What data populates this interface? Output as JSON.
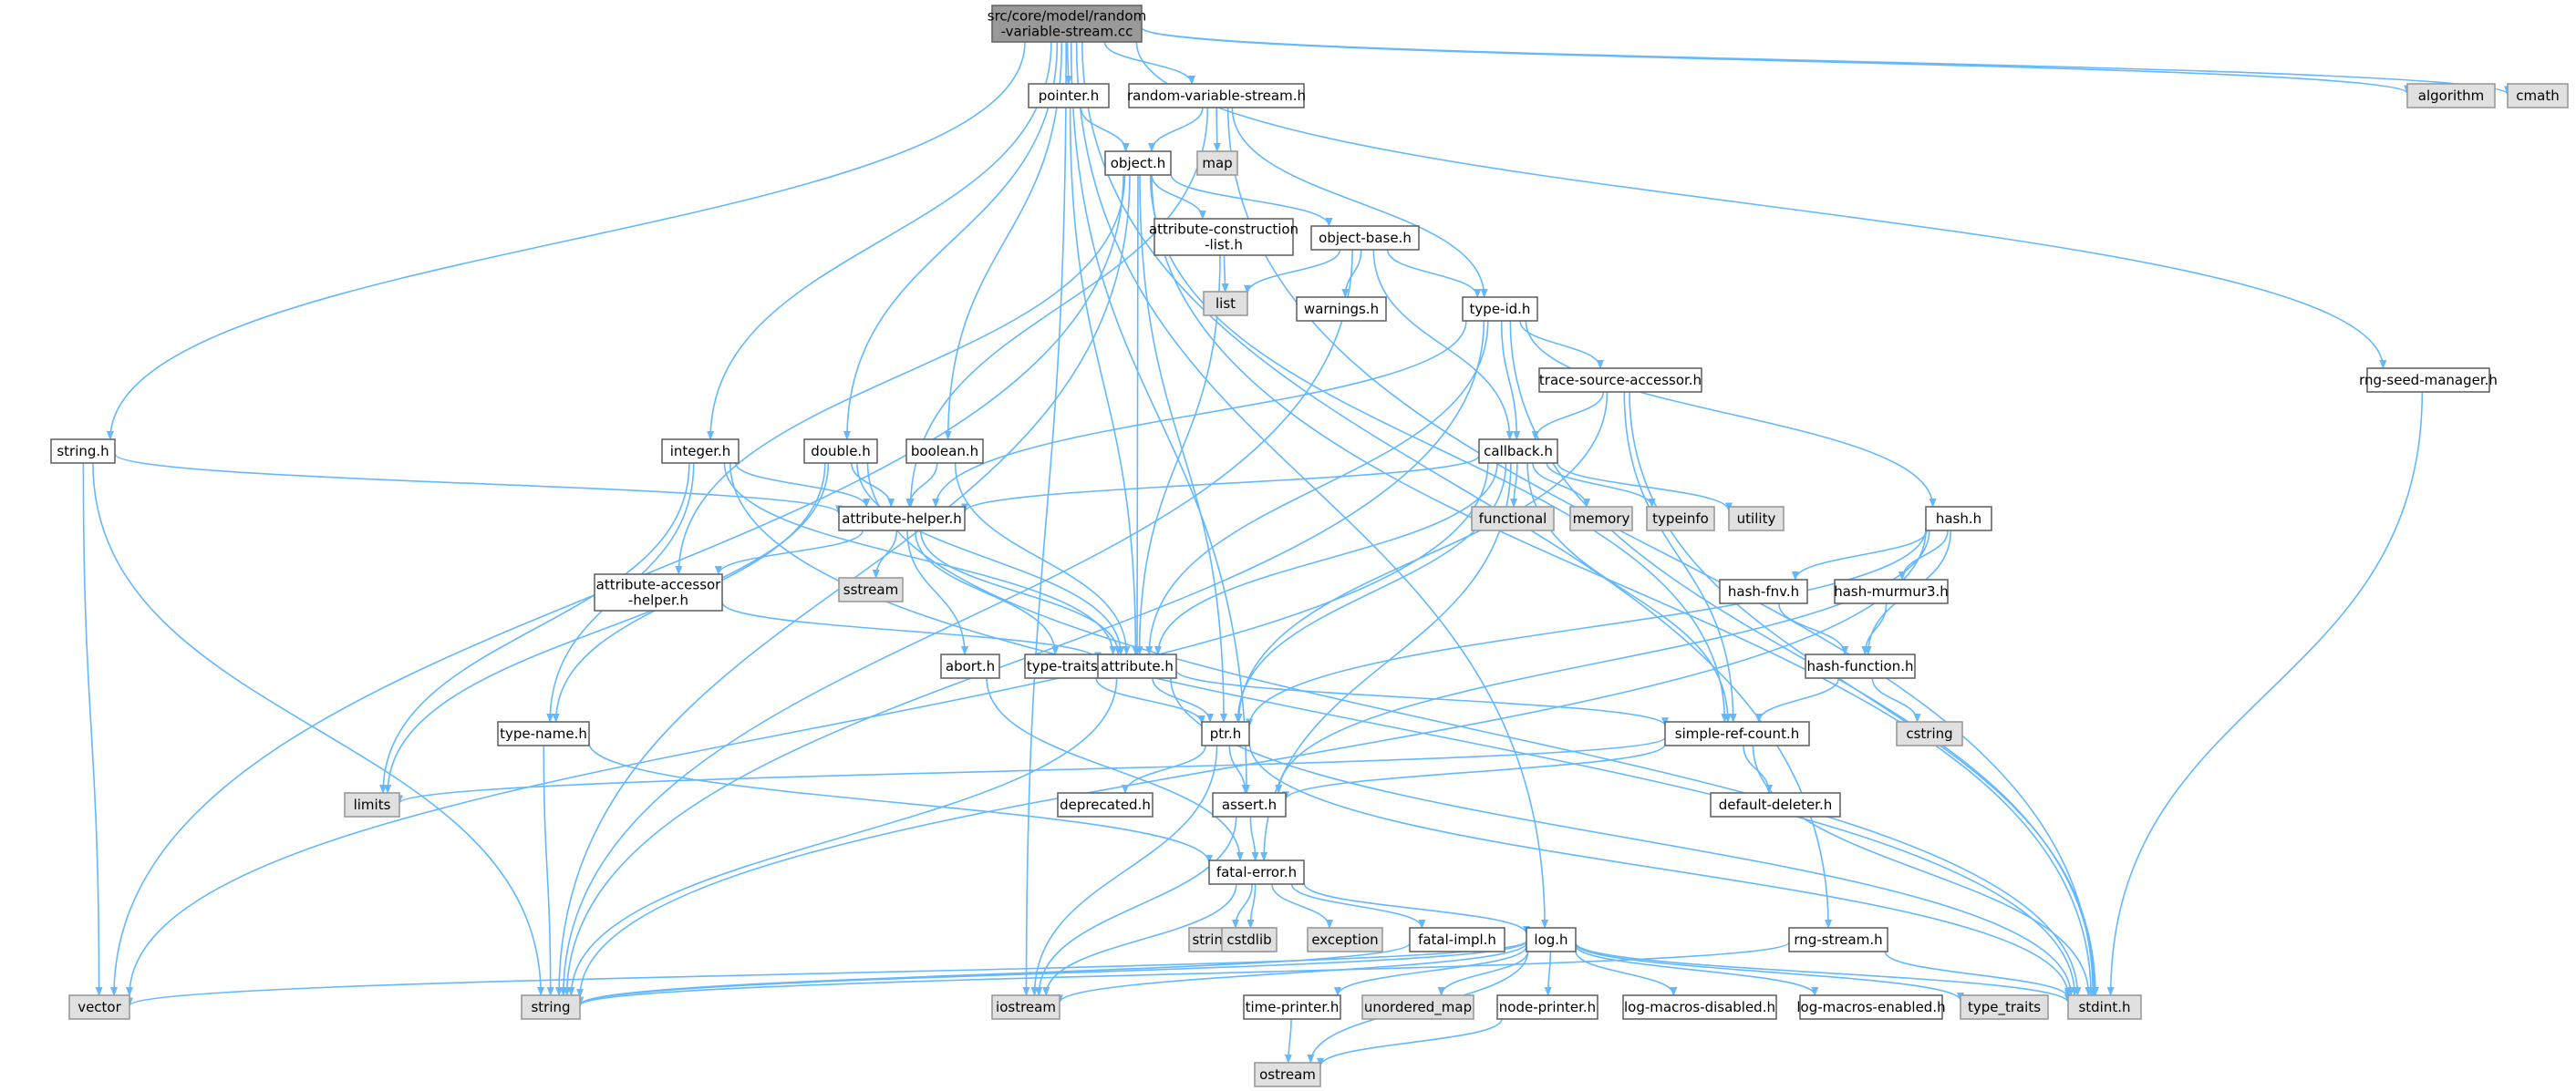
{
  "nodes": [
    {
      "id": "root",
      "lines": [
        "src/core/model/random",
        "-variable-stream.cc"
      ],
      "kind": "root"
    },
    {
      "id": "pointer_h",
      "lines": [
        "pointer.h"
      ],
      "kind": "file"
    },
    {
      "id": "rvs_h",
      "lines": [
        "random-variable-stream.h"
      ],
      "kind": "file"
    },
    {
      "id": "algorithm",
      "lines": [
        "algorithm"
      ],
      "kind": "sys"
    },
    {
      "id": "cmath",
      "lines": [
        "cmath"
      ],
      "kind": "sys"
    },
    {
      "id": "map",
      "lines": [
        "map"
      ],
      "kind": "sys"
    },
    {
      "id": "object_h",
      "lines": [
        "object.h"
      ],
      "kind": "file"
    },
    {
      "id": "acl_h",
      "lines": [
        "attribute-construction",
        "-list.h"
      ],
      "kind": "file"
    },
    {
      "id": "object_base_h",
      "lines": [
        "object-base.h"
      ],
      "kind": "file"
    },
    {
      "id": "list",
      "lines": [
        "list"
      ],
      "kind": "sys"
    },
    {
      "id": "warnings_h",
      "lines": [
        "warnings.h"
      ],
      "kind": "file"
    },
    {
      "id": "type_id_h",
      "lines": [
        "type-id.h"
      ],
      "kind": "file"
    },
    {
      "id": "tsa_h",
      "lines": [
        "trace-source-accessor.h"
      ],
      "kind": "file"
    },
    {
      "id": "rng_seed_manager_h",
      "lines": [
        "rng-seed-manager.h"
      ],
      "kind": "file"
    },
    {
      "id": "string_h",
      "lines": [
        "string.h"
      ],
      "kind": "file"
    },
    {
      "id": "integer_h",
      "lines": [
        "integer.h"
      ],
      "kind": "file"
    },
    {
      "id": "double_h",
      "lines": [
        "double.h"
      ],
      "kind": "file"
    },
    {
      "id": "boolean_h",
      "lines": [
        "boolean.h"
      ],
      "kind": "file"
    },
    {
      "id": "callback_h",
      "lines": [
        "callback.h"
      ],
      "kind": "file"
    },
    {
      "id": "functional",
      "lines": [
        "functional"
      ],
      "kind": "sys"
    },
    {
      "id": "memory",
      "lines": [
        "memory"
      ],
      "kind": "sys"
    },
    {
      "id": "typeinfo",
      "lines": [
        "typeinfo"
      ],
      "kind": "sys"
    },
    {
      "id": "utility",
      "lines": [
        "utility"
      ],
      "kind": "sys"
    },
    {
      "id": "hash_h",
      "lines": [
        "hash.h"
      ],
      "kind": "file"
    },
    {
      "id": "attribute_helper_h",
      "lines": [
        "attribute-helper.h"
      ],
      "kind": "file"
    },
    {
      "id": "sstream",
      "lines": [
        "sstream"
      ],
      "kind": "sys"
    },
    {
      "id": "aah_h",
      "lines": [
        "attribute-accessor",
        "-helper.h"
      ],
      "kind": "file"
    },
    {
      "id": "hash_fnv_h",
      "lines": [
        "hash-fnv.h"
      ],
      "kind": "file"
    },
    {
      "id": "hash_murmur3_h",
      "lines": [
        "hash-murmur3.h"
      ],
      "kind": "file"
    },
    {
      "id": "abort_h",
      "lines": [
        "abort.h"
      ],
      "kind": "file"
    },
    {
      "id": "type_traits_h",
      "lines": [
        "type-traits.h"
      ],
      "kind": "file"
    },
    {
      "id": "attribute_h",
      "lines": [
        "attribute.h"
      ],
      "kind": "file"
    },
    {
      "id": "hash_function_h",
      "lines": [
        "hash-function.h"
      ],
      "kind": "file"
    },
    {
      "id": "cstring",
      "lines": [
        "cstring"
      ],
      "kind": "sys"
    },
    {
      "id": "type_name_h",
      "lines": [
        "type-name.h"
      ],
      "kind": "file"
    },
    {
      "id": "ptr_h",
      "lines": [
        "ptr.h"
      ],
      "kind": "file"
    },
    {
      "id": "src_h",
      "lines": [
        "simple-ref-count.h"
      ],
      "kind": "file"
    },
    {
      "id": "limits",
      "lines": [
        "limits"
      ],
      "kind": "sys"
    },
    {
      "id": "deprecated_h",
      "lines": [
        "deprecated.h"
      ],
      "kind": "file"
    },
    {
      "id": "assert_h",
      "lines": [
        "assert.h"
      ],
      "kind": "file"
    },
    {
      "id": "default_deleter_h",
      "lines": [
        "default-deleter.h"
      ],
      "kind": "file"
    },
    {
      "id": "fatal_error_h",
      "lines": [
        "fatal-error.h"
      ],
      "kind": "file"
    },
    {
      "id": "string_view",
      "lines": [
        "string_view"
      ],
      "kind": "sys"
    },
    {
      "id": "cstdlib",
      "lines": [
        "cstdlib"
      ],
      "kind": "sys"
    },
    {
      "id": "exception",
      "lines": [
        "exception"
      ],
      "kind": "sys"
    },
    {
      "id": "fatal_impl_h",
      "lines": [
        "fatal-impl.h"
      ],
      "kind": "file"
    },
    {
      "id": "log_h",
      "lines": [
        "log.h"
      ],
      "kind": "file"
    },
    {
      "id": "rng_stream_h",
      "lines": [
        "rng-stream.h"
      ],
      "kind": "file"
    },
    {
      "id": "vector",
      "lines": [
        "vector"
      ],
      "kind": "sys"
    },
    {
      "id": "string",
      "lines": [
        "string"
      ],
      "kind": "sys"
    },
    {
      "id": "iostream",
      "lines": [
        "iostream"
      ],
      "kind": "sys"
    },
    {
      "id": "time_printer_h",
      "lines": [
        "time-printer.h"
      ],
      "kind": "file"
    },
    {
      "id": "unordered_map",
      "lines": [
        "unordered_map"
      ],
      "kind": "sys"
    },
    {
      "id": "node_printer_h",
      "lines": [
        "node-printer.h"
      ],
      "kind": "file"
    },
    {
      "id": "lmd_h",
      "lines": [
        "log-macros-disabled.h"
      ],
      "kind": "file"
    },
    {
      "id": "lme_h",
      "lines": [
        "log-macros-enabled.h"
      ],
      "kind": "file"
    },
    {
      "id": "type_traits",
      "lines": [
        "type_traits"
      ],
      "kind": "sys"
    },
    {
      "id": "stdint_h",
      "lines": [
        "stdint.h"
      ],
      "kind": "sys"
    },
    {
      "id": "ostream",
      "lines": [
        "ostream"
      ],
      "kind": "sys"
    }
  ],
  "edges": [
    [
      "root",
      "pointer_h"
    ],
    [
      "root",
      "rvs_h"
    ],
    [
      "root",
      "algorithm"
    ],
    [
      "root",
      "cmath"
    ],
    [
      "root",
      "string_h"
    ],
    [
      "root",
      "integer_h"
    ],
    [
      "root",
      "double_h"
    ],
    [
      "root",
      "boolean_h"
    ],
    [
      "root",
      "rng_seed_manager_h"
    ],
    [
      "root",
      "rng_stream_h"
    ],
    [
      "root",
      "log_h"
    ],
    [
      "root",
      "assert_h"
    ],
    [
      "root",
      "iostream"
    ],
    [
      "pointer_h",
      "object_h"
    ],
    [
      "pointer_h",
      "attribute_h"
    ],
    [
      "rvs_h",
      "object_h"
    ],
    [
      "rvs_h",
      "map"
    ],
    [
      "rvs_h",
      "type_id_h"
    ],
    [
      "rvs_h",
      "attribute_helper_h"
    ],
    [
      "rvs_h",
      "stdint_h"
    ],
    [
      "object_h",
      "acl_h"
    ],
    [
      "object_h",
      "object_base_h"
    ],
    [
      "object_h",
      "attribute_h"
    ],
    [
      "object_h",
      "ptr_h"
    ],
    [
      "object_h",
      "vector"
    ],
    [
      "object_h",
      "string"
    ],
    [
      "object_h",
      "stdint_h"
    ],
    [
      "object_h",
      "src_h"
    ],
    [
      "object_h",
      "aah_h"
    ],
    [
      "acl_h",
      "list"
    ],
    [
      "acl_h",
      "attribute_h"
    ],
    [
      "object_base_h",
      "list"
    ],
    [
      "object_base_h",
      "warnings_h"
    ],
    [
      "object_base_h",
      "type_id_h"
    ],
    [
      "object_base_h",
      "callback_h"
    ],
    [
      "object_base_h",
      "string"
    ],
    [
      "type_id_h",
      "tsa_h"
    ],
    [
      "type_id_h",
      "callback_h"
    ],
    [
      "type_id_h",
      "hash_h"
    ],
    [
      "type_id_h",
      "attribute_helper_h"
    ],
    [
      "type_id_h",
      "attribute_h"
    ],
    [
      "type_id_h",
      "string"
    ],
    [
      "type_id_h",
      "stdint_h"
    ],
    [
      "tsa_h",
      "callback_h"
    ],
    [
      "tsa_h",
      "ptr_h"
    ],
    [
      "tsa_h",
      "src_h"
    ],
    [
      "tsa_h",
      "stdint_h"
    ],
    [
      "rng_seed_manager_h",
      "stdint_h"
    ],
    [
      "string_h",
      "attribute_helper_h"
    ],
    [
      "string_h",
      "string"
    ],
    [
      "string_h",
      "vector"
    ],
    [
      "integer_h",
      "attribute_helper_h"
    ],
    [
      "integer_h",
      "attribute_h"
    ],
    [
      "integer_h",
      "type_name_h"
    ],
    [
      "integer_h",
      "limits"
    ],
    [
      "integer_h",
      "stdint_h"
    ],
    [
      "double_h",
      "attribute_helper_h"
    ],
    [
      "double_h",
      "attribute_h"
    ],
    [
      "double_h",
      "type_name_h"
    ],
    [
      "double_h",
      "limits"
    ],
    [
      "double_h",
      "stdint_h"
    ],
    [
      "boolean_h",
      "attribute_helper_h"
    ],
    [
      "boolean_h",
      "attribute_h"
    ],
    [
      "callback_h",
      "functional"
    ],
    [
      "callback_h",
      "memory"
    ],
    [
      "callback_h",
      "typeinfo"
    ],
    [
      "callback_h",
      "utility"
    ],
    [
      "callback_h",
      "attribute_helper_h"
    ],
    [
      "callback_h",
      "attribute_h"
    ],
    [
      "callback_h",
      "ptr_h"
    ],
    [
      "callback_h",
      "src_h"
    ],
    [
      "callback_h",
      "fatal_error_h"
    ],
    [
      "callback_h",
      "vector"
    ],
    [
      "hash_h",
      "hash_fnv_h"
    ],
    [
      "hash_h",
      "hash_murmur3_h"
    ],
    [
      "hash_h",
      "hash_function_h"
    ],
    [
      "hash_h",
      "ptr_h"
    ],
    [
      "hash_h",
      "assert_h"
    ],
    [
      "hash_h",
      "string"
    ],
    [
      "attribute_helper_h",
      "sstream"
    ],
    [
      "attribute_helper_h",
      "aah_h"
    ],
    [
      "attribute_helper_h",
      "abort_h"
    ],
    [
      "attribute_helper_h",
      "attribute_h"
    ],
    [
      "attribute_helper_h",
      "type_traits_h"
    ],
    [
      "aah_h",
      "attribute_h"
    ],
    [
      "hash_fnv_h",
      "hash_function_h"
    ],
    [
      "hash_murmur3_h",
      "hash_function_h"
    ],
    [
      "hash_function_h",
      "cstring"
    ],
    [
      "hash_function_h",
      "src_h"
    ],
    [
      "abort_h",
      "fatal_error_h"
    ],
    [
      "type_traits_h",
      "ptr_h"
    ],
    [
      "attribute_h",
      "ptr_h"
    ],
    [
      "attribute_h",
      "src_h"
    ],
    [
      "attribute_h",
      "string"
    ],
    [
      "attribute_h",
      "stdint_h"
    ],
    [
      "type_name_h",
      "fatal_error_h"
    ],
    [
      "type_name_h",
      "string"
    ],
    [
      "ptr_h",
      "deprecated_h"
    ],
    [
      "ptr_h",
      "assert_h"
    ],
    [
      "ptr_h",
      "iostream"
    ],
    [
      "ptr_h",
      "stdint_h"
    ],
    [
      "src_h",
      "assert_h"
    ],
    [
      "src_h",
      "default_deleter_h"
    ],
    [
      "src_h",
      "limits"
    ],
    [
      "src_h",
      "stdint_h"
    ],
    [
      "assert_h",
      "fatal_error_h"
    ],
    [
      "assert_h",
      "iostream"
    ],
    [
      "fatal_error_h",
      "string_view"
    ],
    [
      "fatal_error_h",
      "cstdlib"
    ],
    [
      "fatal_error_h",
      "exception"
    ],
    [
      "fatal_error_h",
      "fatal_impl_h"
    ],
    [
      "fatal_error_h",
      "log_h"
    ],
    [
      "fatal_error_h",
      "iostream"
    ],
    [
      "fatal_impl_h",
      "string"
    ],
    [
      "log_h",
      "time_printer_h"
    ],
    [
      "log_h",
      "unordered_map"
    ],
    [
      "log_h",
      "node_printer_h"
    ],
    [
      "log_h",
      "lmd_h"
    ],
    [
      "log_h",
      "lme_h"
    ],
    [
      "log_h",
      "type_traits"
    ],
    [
      "log_h",
      "stdint_h"
    ],
    [
      "log_h",
      "ostream"
    ],
    [
      "log_h",
      "iostream"
    ],
    [
      "log_h",
      "string"
    ],
    [
      "log_h",
      "vector"
    ],
    [
      "rng_stream_h",
      "stdint_h"
    ],
    [
      "rng_stream_h",
      "string"
    ],
    [
      "time_printer_h",
      "ostream"
    ],
    [
      "node_printer_h",
      "ostream"
    ]
  ]
}
